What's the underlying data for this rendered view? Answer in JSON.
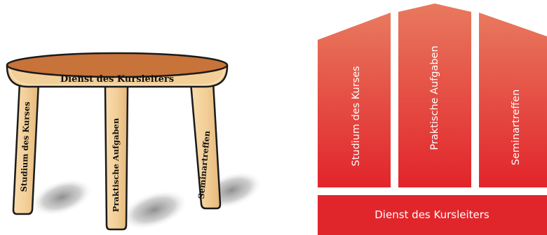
{
  "stool": {
    "top_label": "Dienst des Kursleiters",
    "legs": [
      {
        "label": "Studium des Kurses"
      },
      {
        "label": "Praktische Aufgaben"
      },
      {
        "label": "Seminartreffen"
      }
    ],
    "colors": {
      "seat_top": "#c8733a",
      "wood": "#f3cf98",
      "outline": "#1a1a1a",
      "shadow": "#8a8a8a"
    }
  },
  "house": {
    "pillars": [
      {
        "label": "Studium des Kurses"
      },
      {
        "label": "Praktische Aufgaben"
      },
      {
        "label": "Seminartreffen"
      }
    ],
    "base_label": "Dienst des Kursleiters",
    "colors": {
      "top": "#e8795e",
      "bottom": "#e2242b",
      "base": "#e0262b"
    }
  }
}
